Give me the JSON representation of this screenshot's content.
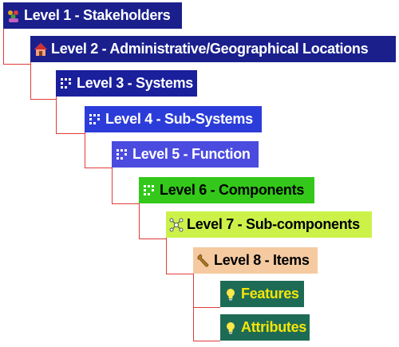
{
  "hierarchy": {
    "levels": [
      {
        "label": "Level 1 - Stakeholders",
        "icon": "stakeholders-icon",
        "bg": "#1a1f8c",
        "fg": "#ffffff"
      },
      {
        "label": "Level 2 -  Administrative/Geographical Locations",
        "icon": "house-icon",
        "bg": "#1a1f8c",
        "fg": "#ffffff"
      },
      {
        "label": "Level 3 - Systems",
        "icon": "grid-dots-icon",
        "bg": "#1a1f9c",
        "fg": "#ffffff"
      },
      {
        "label": "Level 4 - Sub-Systems",
        "icon": "grid-dots-icon",
        "bg": "#2b3cd9",
        "fg": "#ffffff"
      },
      {
        "label": "Level 5 - Function",
        "icon": "grid-dots-icon",
        "bg": "#4b4bdf",
        "fg": "#ffffff"
      },
      {
        "label": "Level 6 - Components",
        "icon": "grid-dots-icon",
        "bg": "#33c81a",
        "fg": "#000000"
      },
      {
        "label": "Level 7 - Sub-components",
        "icon": "molecule-icon",
        "bg": "#ccf24a",
        "fg": "#000000"
      },
      {
        "label": "Level 8 - Items",
        "icon": "wrench-icon",
        "bg": "#f5caa0",
        "fg": "#000000"
      },
      {
        "label": "Features",
        "icon": "lightbulb-icon",
        "bg": "#1e6b55",
        "fg": "#f5e50a"
      },
      {
        "label": "Attributes",
        "icon": "lightbulb-icon",
        "bg": "#1e6b55",
        "fg": "#f5e50a"
      }
    ],
    "connector_color": "#e03b3b"
  }
}
